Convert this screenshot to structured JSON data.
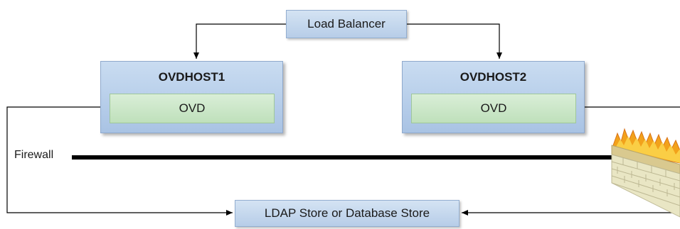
{
  "load_balancer": {
    "label": "Load Balancer"
  },
  "hosts": [
    {
      "title": "OVDHOST1",
      "component": "OVD"
    },
    {
      "title": "OVDHOST2",
      "component": "OVD"
    }
  ],
  "firewall": {
    "label": "Firewall",
    "icon": "firewall-brick-wall-icon"
  },
  "store": {
    "label": "LDAP Store or Database Store"
  },
  "colors": {
    "blue_box": "#b7cde8",
    "green_box": "#bfe0bb",
    "line": "#000000",
    "flame": "#f2a21b",
    "brick": "#e9e6c4"
  }
}
